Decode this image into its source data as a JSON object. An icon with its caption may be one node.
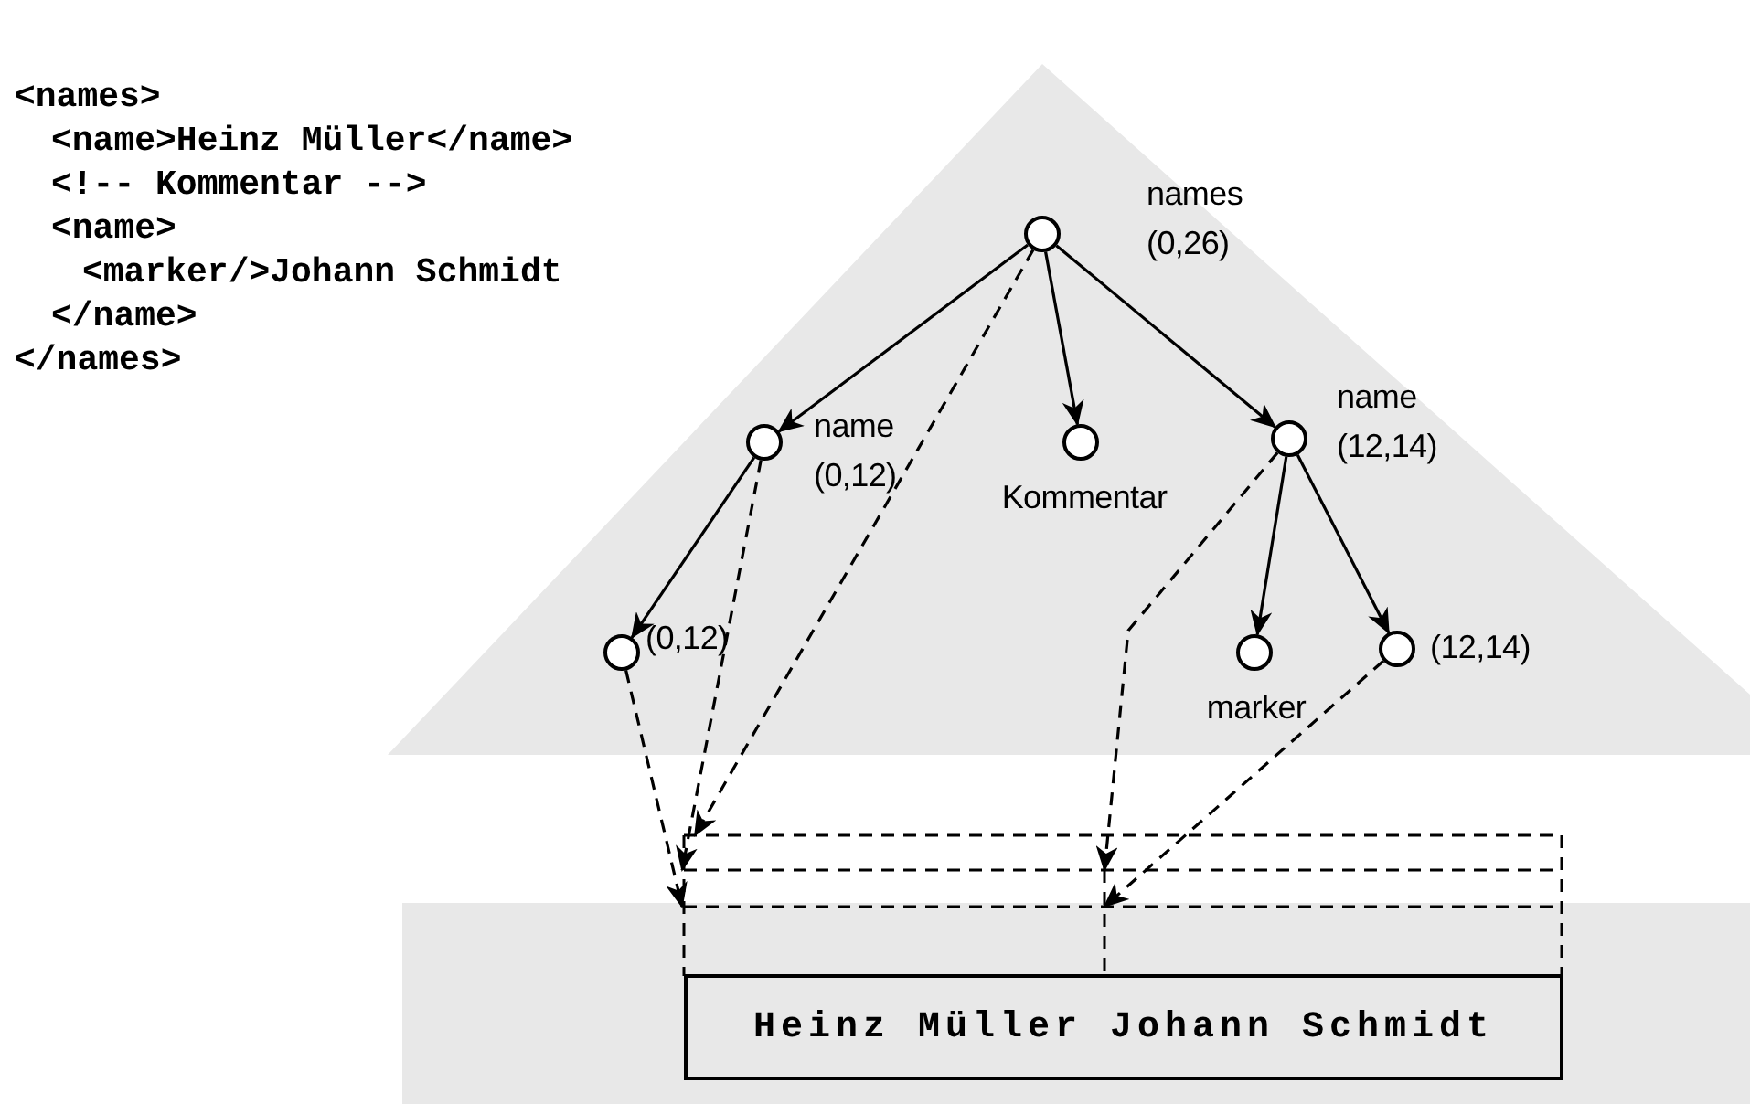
{
  "diagram": {
    "nodes": [
      {
        "text": [],
        "shape": "circle",
        "beside": [
          "names (0,26)"
        ]
      },
      {
        "text": [],
        "shape": "circle",
        "beside": [
          "name (0,12)"
        ]
      },
      {
        "text": [],
        "shape": "circle",
        "beside": [
          "Kommentar"
        ]
      },
      {
        "text": [],
        "shape": "circle",
        "beside": [
          "name (12,14)"
        ]
      },
      {
        "text": [],
        "shape": "circle",
        "beside": [
          "(0,12)"
        ]
      },
      {
        "text": [],
        "shape": "circle",
        "beside": [
          "marker"
        ]
      },
      {
        "text": [],
        "shape": "circle",
        "beside": [
          "(12,14)"
        ]
      },
      {
        "text": [
          "Heinz Müller Johann Schmidt"
        ]
      }
    ],
    "edges": [
      {
        "from": 0,
        "to": 1,
        "arrow": "to"
      },
      {
        "from": 0,
        "to": 2,
        "arrow": "to"
      },
      {
        "from": 0,
        "to": 3,
        "arrow": "to"
      },
      {
        "from": 1,
        "to": 4,
        "arrow": "to"
      },
      {
        "from": 3,
        "to": 5,
        "arrow": "to"
      },
      {
        "from": 3,
        "to": 6,
        "arrow": "to"
      },
      {
        "from": 0,
        "to": 7,
        "arrow": "to",
        "style": "dashed"
      },
      {
        "from": 1,
        "to": 7,
        "arrow": "to",
        "style": "dashed"
      },
      {
        "from": 4,
        "to": 7,
        "arrow": "to",
        "style": "dashed"
      },
      {
        "from": 3,
        "to": 7,
        "arrow": "to",
        "style": "dashed"
      },
      {
        "from": 6,
        "to": 7,
        "arrow": "to",
        "style": "dashed"
      }
    ],
    "labels": [
      "<names>",
      "<name>Heinz Müller</name>",
      "<!-- Kommentar -->",
      "<name>",
      "<marker/>Johann Schmidt",
      "</name>",
      "</names>"
    ]
  }
}
